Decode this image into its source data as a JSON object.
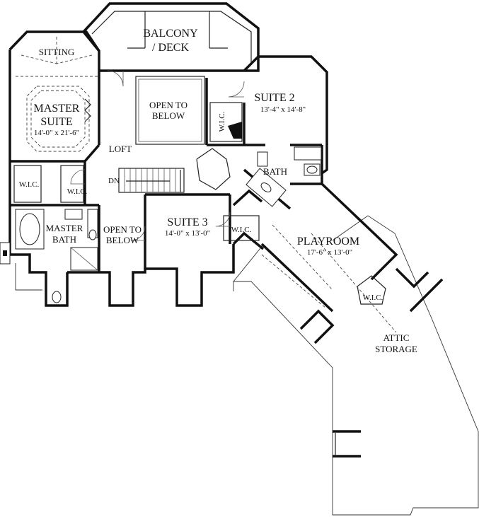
{
  "rooms": {
    "balcony": {
      "line1": "BALCONY",
      "line2": "/ DECK"
    },
    "sitting": {
      "name": "SITTING"
    },
    "master_suite": {
      "line1": "MASTER",
      "line2": "SUITE",
      "dims": "14'-0\" x 21'-6\""
    },
    "open_to_below_top": {
      "line1": "OPEN TO",
      "line2": "BELOW"
    },
    "suite2": {
      "name": "SUITE 2",
      "dims": "13'-4\" x 14'-8\""
    },
    "loft": {
      "name": "LOFT"
    },
    "stair": {
      "dn": "DN"
    },
    "bath": {
      "name": "BATH"
    },
    "wic_master_left": {
      "name": "W.I.C."
    },
    "wic_master_right": {
      "name": "W.I.C."
    },
    "wic_suite2": {
      "name": "W.I.C."
    },
    "wic_suite3": {
      "name": "W.I.C."
    },
    "wic_playroom": {
      "name": "W.I.C."
    },
    "master_bath": {
      "line1": "MASTER",
      "line2": "BATH"
    },
    "open_to_below_mid": {
      "line1": "OPEN TO",
      "line2": "BELOW"
    },
    "suite3": {
      "name": "SUITE 3",
      "dims": "14'-0\" x 13'-0\""
    },
    "playroom": {
      "name": "PLAYROOM",
      "dims": "17'-6\" x 13'-0\""
    },
    "attic": {
      "line1": "ATTIC",
      "line2": "STORAGE"
    }
  }
}
